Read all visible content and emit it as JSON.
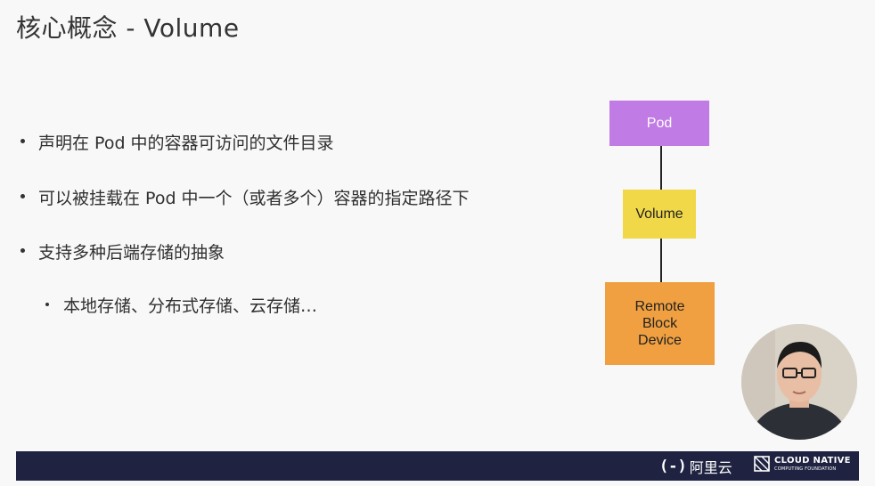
{
  "title": "核心概念 - Volume",
  "bullets": [
    "声明在 Pod 中的容器可访问的文件目录",
    "可以被挂载在 Pod 中一个（或者多个）容器的指定路径下",
    "支持多种后端存储的抽象"
  ],
  "sub_bullets": [
    "本地存储、分布式存储、云存储…"
  ],
  "diagram": {
    "pod": "Pod",
    "volume": "Volume",
    "remote": "Remote\nBlock\nDevice"
  },
  "footer": {
    "aliyun_mark": "(-)",
    "aliyun": "阿里云",
    "cncf_line1": "CLOUD NATIVE",
    "cncf_line2": "COMPUTING FOUNDATION"
  },
  "colors": {
    "pod": "#c07be4",
    "volume": "#f0d848",
    "remote": "#f0a040",
    "footer": "#1f2341"
  }
}
